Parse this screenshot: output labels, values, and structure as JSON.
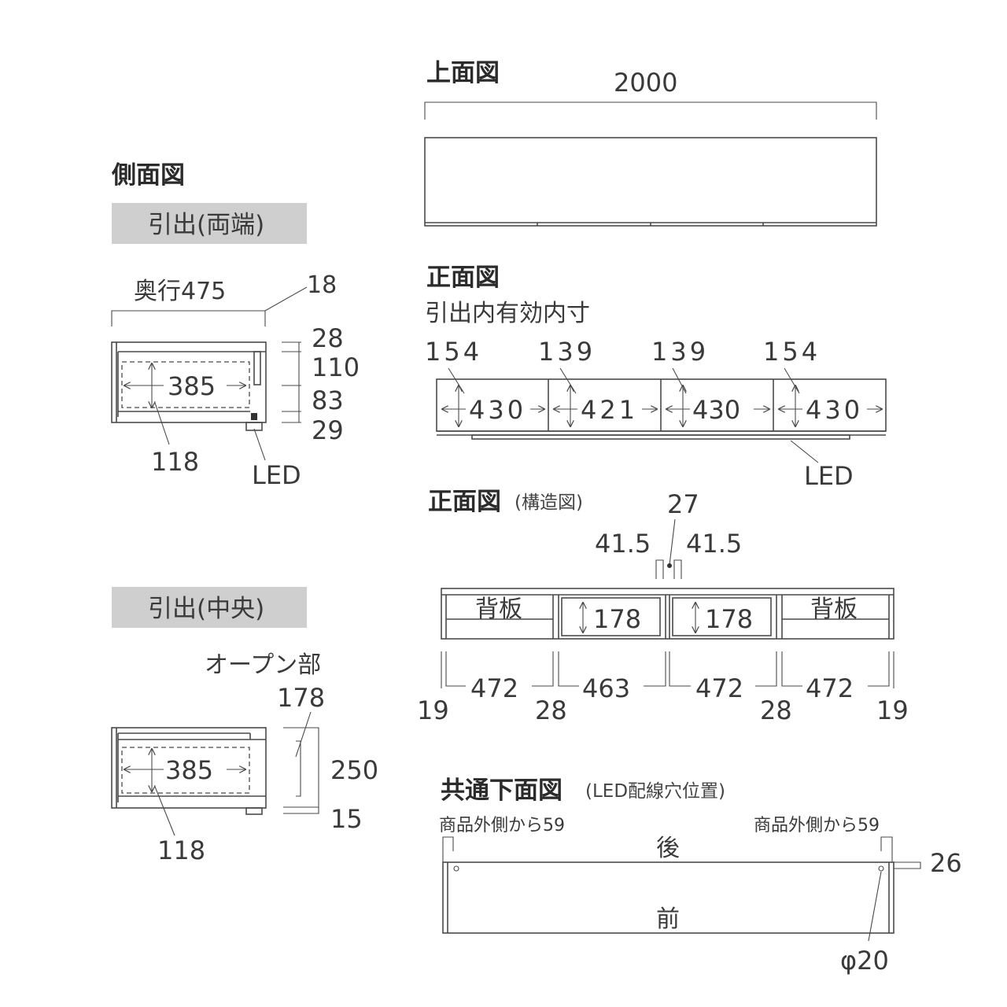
{
  "side_view": {
    "title": "側面図",
    "band_ends": "引出(両端)",
    "depth_label": "奥行475",
    "dim_18": "18",
    "dim_28": "28",
    "dim_110": "110",
    "dim_83": "83",
    "dim_29": "29",
    "inner_385": "385",
    "dim_118": "118",
    "led": "LED",
    "band_center": "引出(中央)",
    "open_label": "オープン部",
    "dim_178": "178",
    "dim_250": "250",
    "dim_15": "15",
    "inner_385_center": "385",
    "dim_118_center": "118"
  },
  "top_view": {
    "title": "上面図",
    "width": "2000"
  },
  "front_view": {
    "title": "正面図",
    "subtitle": "引出内有効内寸",
    "heights": [
      "154",
      "139",
      "139",
      "154"
    ],
    "widths": [
      "430",
      "421",
      "430",
      "430"
    ],
    "led": "LED"
  },
  "structure_view": {
    "title": "正面図",
    "title_note": "(構造図)",
    "top_27": "27",
    "left_41_5": "41.5",
    "right_41_5": "41.5",
    "back_board_left": "背板",
    "back_board_right": "背板",
    "inner_178_a": "178",
    "inner_178_b": "178",
    "widths": [
      "472",
      "463",
      "472",
      "472"
    ],
    "edge_left": "19",
    "edge_right": "19",
    "gap_left": "28",
    "gap_right": "28"
  },
  "bottom_view": {
    "title": "共通下面図",
    "title_note": "(LED配線穴位置)",
    "note_left": "商品外側から59",
    "note_right": "商品外側から59",
    "back": "後",
    "front": "前",
    "dim_26": "26",
    "hole": "φ20"
  }
}
